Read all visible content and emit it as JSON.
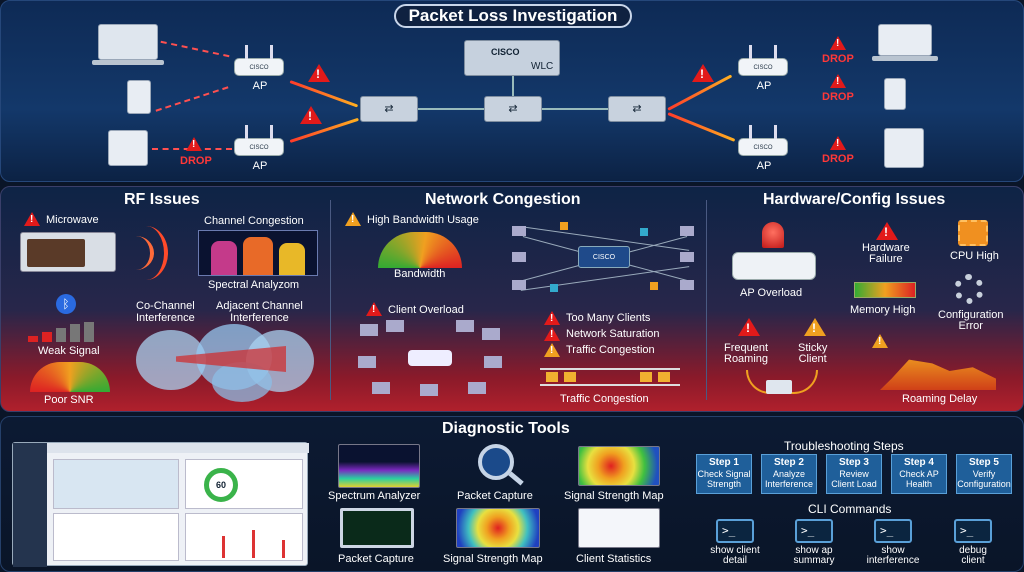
{
  "title": "Packet Loss Investigation",
  "topology": {
    "wlc_label": "WLC",
    "brand": "CISCO",
    "ap_label": "AP",
    "drop_label": "DROP"
  },
  "rf": {
    "header": "RF Issues",
    "microwave": "Microwave",
    "channel_congestion": "Channel Congestion",
    "spectral": "Spectral Analyzom",
    "cochannel": "Co-Channel\nInterference",
    "adjacent": "Adjacent Channel\nInterference",
    "weak_signal": "Weak Signal",
    "poor_snr": "Poor SNR"
  },
  "net": {
    "header": "Network Congestion",
    "high_bw": "High Bandwidth Usage",
    "bandwidth": "Bandwidth",
    "client_overload": "Client Overload",
    "too_many": "Too Many Clients",
    "saturation": "Network Saturation",
    "traffic": "Traffic Congestion",
    "traffic2": "Traffic Congestion"
  },
  "hw": {
    "header": "Hardware/Config Issues",
    "hw_failure": "Hardware\nFailure",
    "cpu_high": "CPU High",
    "ap_overload": "AP Overload",
    "memory": "Memory High",
    "config_error": "Configuration\nError",
    "frequent_roaming": "Frequent\nRoaming",
    "sticky": "Sticky\nClient",
    "roaming_delay": "Roaming Delay"
  },
  "tools": {
    "header": "Diagnostic Tools",
    "gauge_value": "60",
    "spectrum": "Spectrum Analyzer",
    "capture1": "Packet Capture",
    "heatmap1": "Signal Strength Map",
    "capture2": "Packet Capture",
    "heatmap2": "Signal Strength Map",
    "client_stats": "Client Statistics"
  },
  "troubleshooting": {
    "header": "Troubleshooting Steps",
    "steps": [
      {
        "n": "Step 1",
        "t": "Check Signal Strength"
      },
      {
        "n": "Step 2",
        "t": "Analyze Interference"
      },
      {
        "n": "Step 3",
        "t": "Review Client Load"
      },
      {
        "n": "Step 4",
        "t": "Check AP Health"
      },
      {
        "n": "Step 5",
        "t": "Verify Configuration"
      }
    ]
  },
  "cli": {
    "header": "CLI Commands",
    "prompt": ">_",
    "commands": [
      "show client\ndetail",
      "show ap\nsummary",
      "show\ninterference",
      "debug\nclient"
    ]
  },
  "colors": {
    "alert": "#e21a1a",
    "warning": "#f0a020",
    "accent": "#5aa0d8"
  }
}
